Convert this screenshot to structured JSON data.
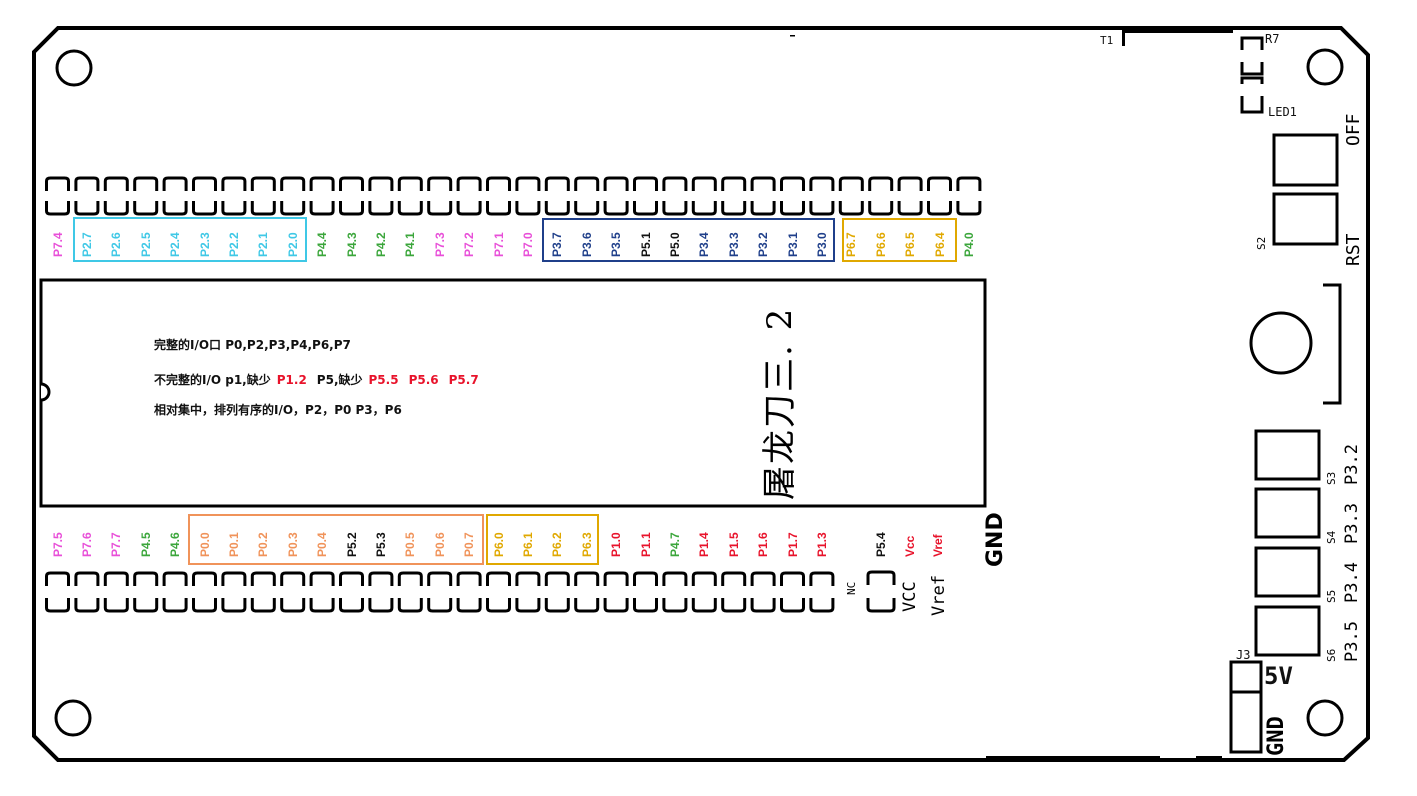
{
  "colors": {
    "pink": "#e84fd8",
    "cyan": "#3fc8e6",
    "green": "#3ba63b",
    "navy": "#1f3f8a",
    "black": "#111111",
    "orange": "#f0935a",
    "gold": "#e0a800",
    "red": "#e8132b"
  },
  "top_pins": [
    {
      "label": "P7.4",
      "color": "pink"
    },
    {
      "label": "P2.7",
      "color": "cyan"
    },
    {
      "label": "P2.6",
      "color": "cyan"
    },
    {
      "label": "P2.5",
      "color": "cyan"
    },
    {
      "label": "P2.4",
      "color": "cyan"
    },
    {
      "label": "P2.3",
      "color": "cyan"
    },
    {
      "label": "P2.2",
      "color": "cyan"
    },
    {
      "label": "P2.1",
      "color": "cyan"
    },
    {
      "label": "P2.0",
      "color": "cyan"
    },
    {
      "label": "P4.4",
      "color": "green"
    },
    {
      "label": "P4.3",
      "color": "green"
    },
    {
      "label": "P4.2",
      "color": "green"
    },
    {
      "label": "P4.1",
      "color": "green"
    },
    {
      "label": "P7.3",
      "color": "pink"
    },
    {
      "label": "P7.2",
      "color": "pink"
    },
    {
      "label": "P7.1",
      "color": "pink"
    },
    {
      "label": "P7.0",
      "color": "pink"
    },
    {
      "label": "P3.7",
      "color": "navy"
    },
    {
      "label": "P3.6",
      "color": "navy"
    },
    {
      "label": "P3.5",
      "color": "navy"
    },
    {
      "label": "P5.1",
      "color": "black"
    },
    {
      "label": "P5.0",
      "color": "black"
    },
    {
      "label": "P3.4",
      "color": "navy"
    },
    {
      "label": "P3.3",
      "color": "navy"
    },
    {
      "label": "P3.2",
      "color": "navy"
    },
    {
      "label": "P3.1",
      "color": "navy"
    },
    {
      "label": "P3.0",
      "color": "navy"
    },
    {
      "label": "P6.7",
      "color": "gold"
    },
    {
      "label": "P6.6",
      "color": "gold"
    },
    {
      "label": "P6.5",
      "color": "gold"
    },
    {
      "label": "P6.4",
      "color": "gold"
    },
    {
      "label": "P4.0",
      "color": "green"
    }
  ],
  "bottom_pins": [
    {
      "label": "P7.5",
      "color": "pink"
    },
    {
      "label": "P7.6",
      "color": "pink"
    },
    {
      "label": "P7.7",
      "color": "pink"
    },
    {
      "label": "P4.5",
      "color": "green"
    },
    {
      "label": "P4.6",
      "color": "green"
    },
    {
      "label": "P0.0",
      "color": "orange"
    },
    {
      "label": "P0.1",
      "color": "orange"
    },
    {
      "label": "P0.2",
      "color": "orange"
    },
    {
      "label": "P0.3",
      "color": "orange"
    },
    {
      "label": "P0.4",
      "color": "orange"
    },
    {
      "label": "P5.2",
      "color": "black"
    },
    {
      "label": "P5.3",
      "color": "black"
    },
    {
      "label": "P0.5",
      "color": "orange"
    },
    {
      "label": "P0.6",
      "color": "orange"
    },
    {
      "label": "P0.7",
      "color": "orange"
    },
    {
      "label": "P6.0",
      "color": "gold"
    },
    {
      "label": "P6.1",
      "color": "gold"
    },
    {
      "label": "P6.2",
      "color": "gold"
    },
    {
      "label": "P6.3",
      "color": "gold"
    },
    {
      "label": "P1.0",
      "color": "red"
    },
    {
      "label": "P1.1",
      "color": "red"
    },
    {
      "label": "P4.7",
      "color": "green"
    },
    {
      "label": "P1.4",
      "color": "red"
    },
    {
      "label": "P1.5",
      "color": "red"
    },
    {
      "label": "P1.6",
      "color": "red"
    },
    {
      "label": "P1.7",
      "color": "red"
    },
    {
      "label": "P1.3",
      "color": "red"
    }
  ],
  "right_bottom_pins": [
    {
      "label": "P5.4",
      "color": "black"
    },
    {
      "label": "Vcc",
      "color": "red"
    },
    {
      "label": "Vref",
      "color": "red"
    }
  ],
  "gnd_label": "GND",
  "silk": {
    "nc": "NC",
    "vcc": "VCC",
    "vref": "Vref",
    "t1": "T1",
    "r7": "R7",
    "led1": "LED1",
    "off": "OFF",
    "rst": "RST",
    "s2": "S2",
    "j3": "J3",
    "five_v": "5V",
    "gnd": "GND"
  },
  "switches": [
    {
      "ref": "S3",
      "label": "P3.2"
    },
    {
      "ref": "S4",
      "label": "P3.3"
    },
    {
      "ref": "S5",
      "label": "P3.4"
    },
    {
      "ref": "S6",
      "label": "P3.5"
    }
  ],
  "chip": {
    "title": "屠龙刀三. 2",
    "note1": "完整的I/O口 P0,P2,P3,P4,P6,P7",
    "note2_prefix": "不完整的I/O p1,缺少",
    "note2_red1": "P1.2",
    "note2_mid": "P5,缺少",
    "note2_red2": "P5.5",
    "note2_red3": "P5.6",
    "note2_red4": "P5.7",
    "note3": "相对集中，排列有序的I/O，P2，P0 P3，P6"
  }
}
